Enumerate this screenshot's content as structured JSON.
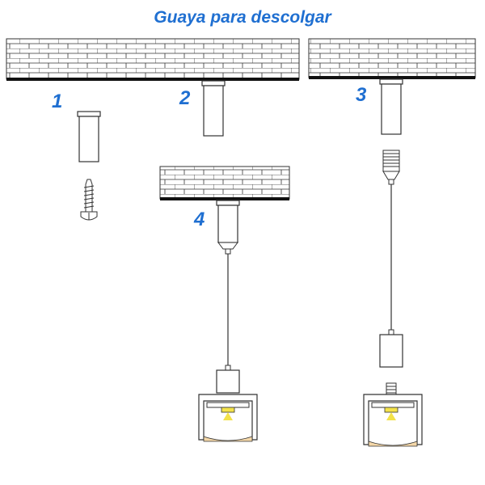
{
  "title": "Guaya para descolgar",
  "steps": [
    "1",
    "2",
    "3",
    "4"
  ],
  "colors": {
    "accent": "#1f6fd1",
    "line": "#333333",
    "led": "#f3e24a",
    "diffuser": "#f4d7a8"
  },
  "icons": [
    "brick-ceiling-icon",
    "wall-anchor-icon",
    "screw-icon",
    "threaded-connector-icon",
    "led-profile-icon"
  ]
}
